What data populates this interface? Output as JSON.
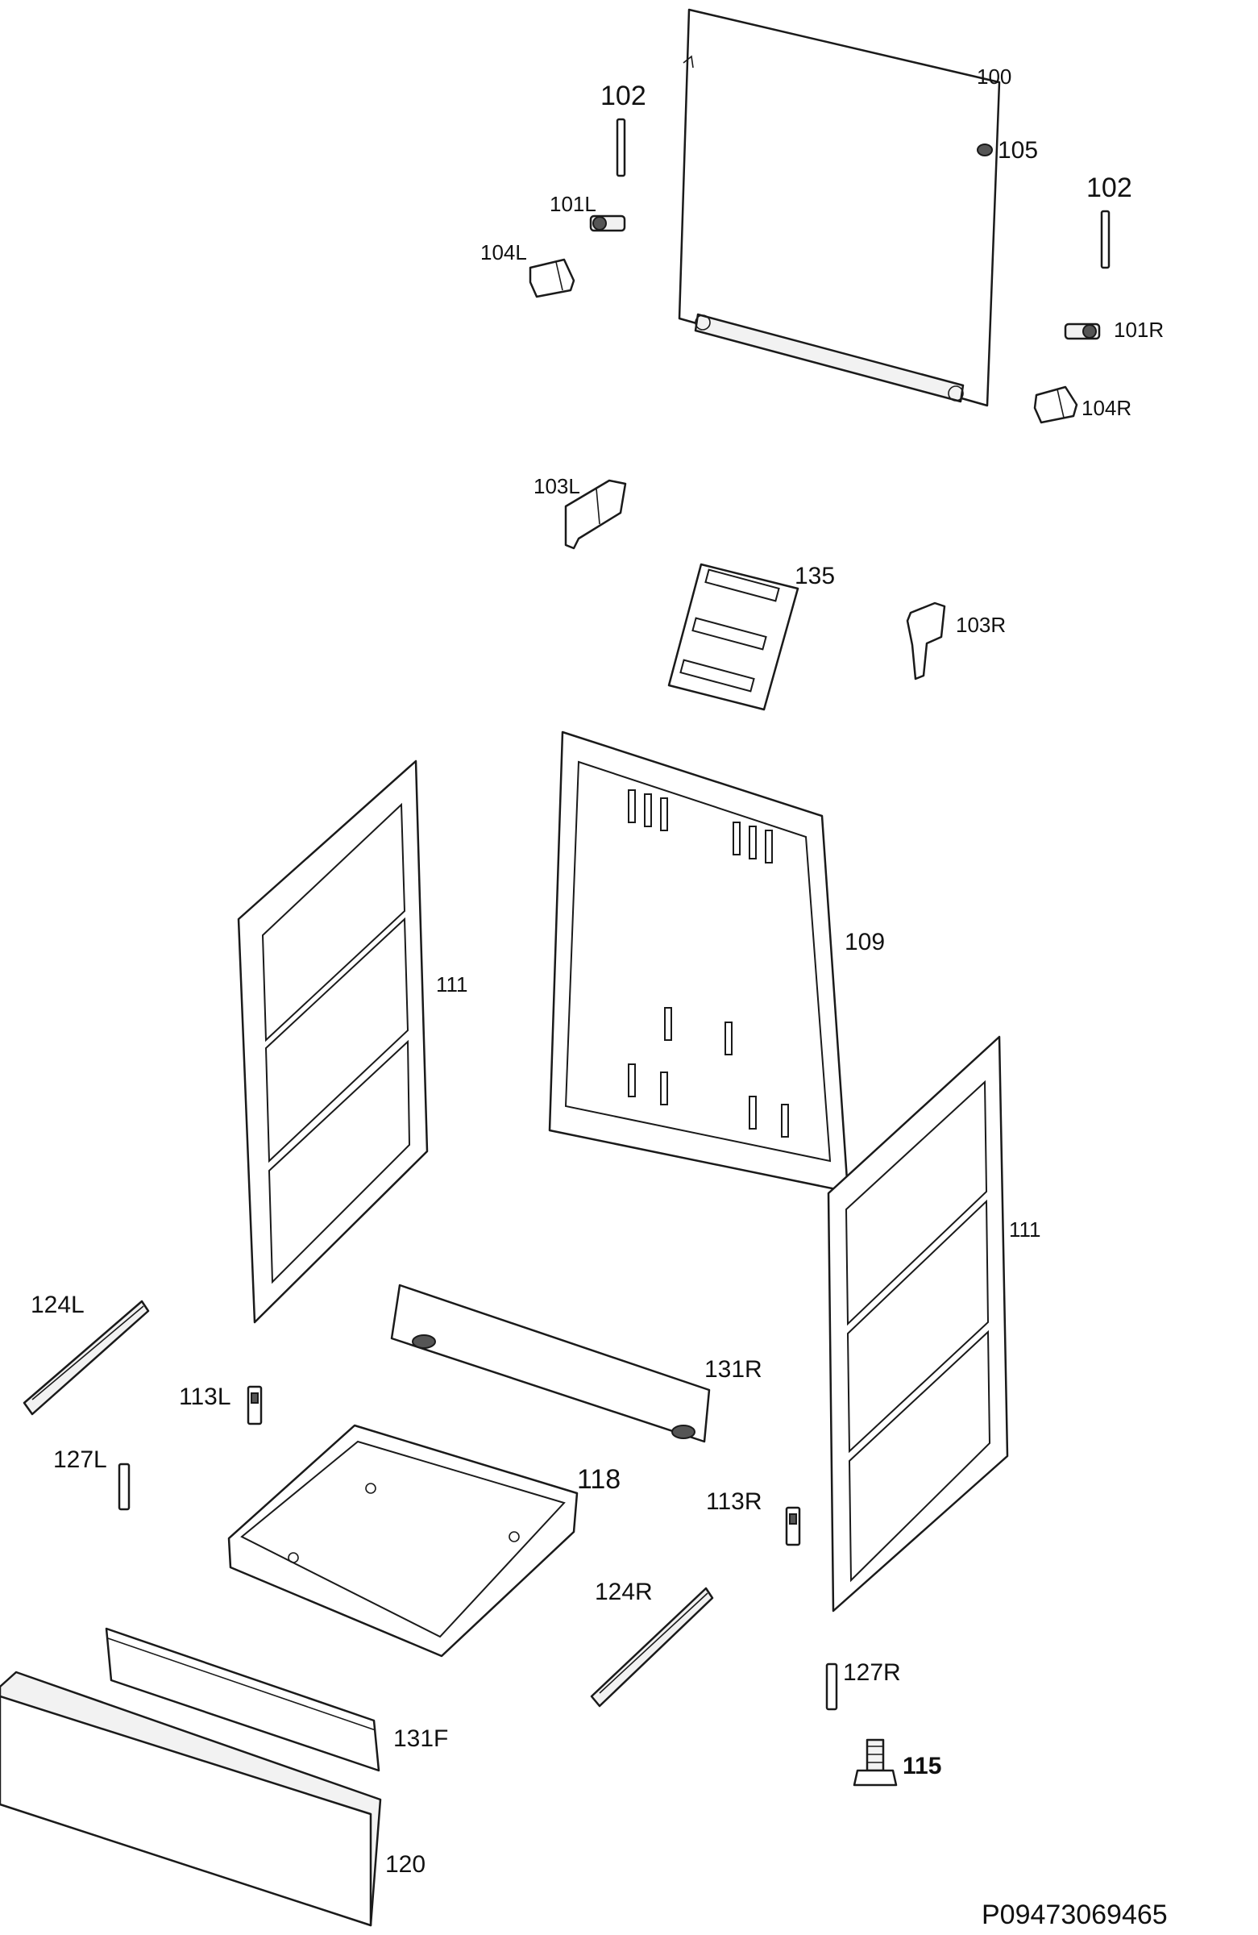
{
  "diagram": {
    "reference_code": "P09473069465",
    "labels": {
      "p100": "100",
      "p102_a": "102",
      "p102_b": "102",
      "p105": "105",
      "p101L": "101L",
      "p104L": "104L",
      "p101R": "101R",
      "p104R": "104R",
      "p103L": "103L",
      "p135": "135",
      "p103R": "103R",
      "p109": "109",
      "p111_left": "111",
      "p111_right": "111",
      "p124L": "124L",
      "p113L": "113L",
      "p131R": "131R",
      "p127L": "127L",
      "p118": "118",
      "p113R": "113R",
      "p124R": "124R",
      "p127R": "127R",
      "p131F": "131F",
      "p115": "115",
      "p120": "120"
    }
  }
}
